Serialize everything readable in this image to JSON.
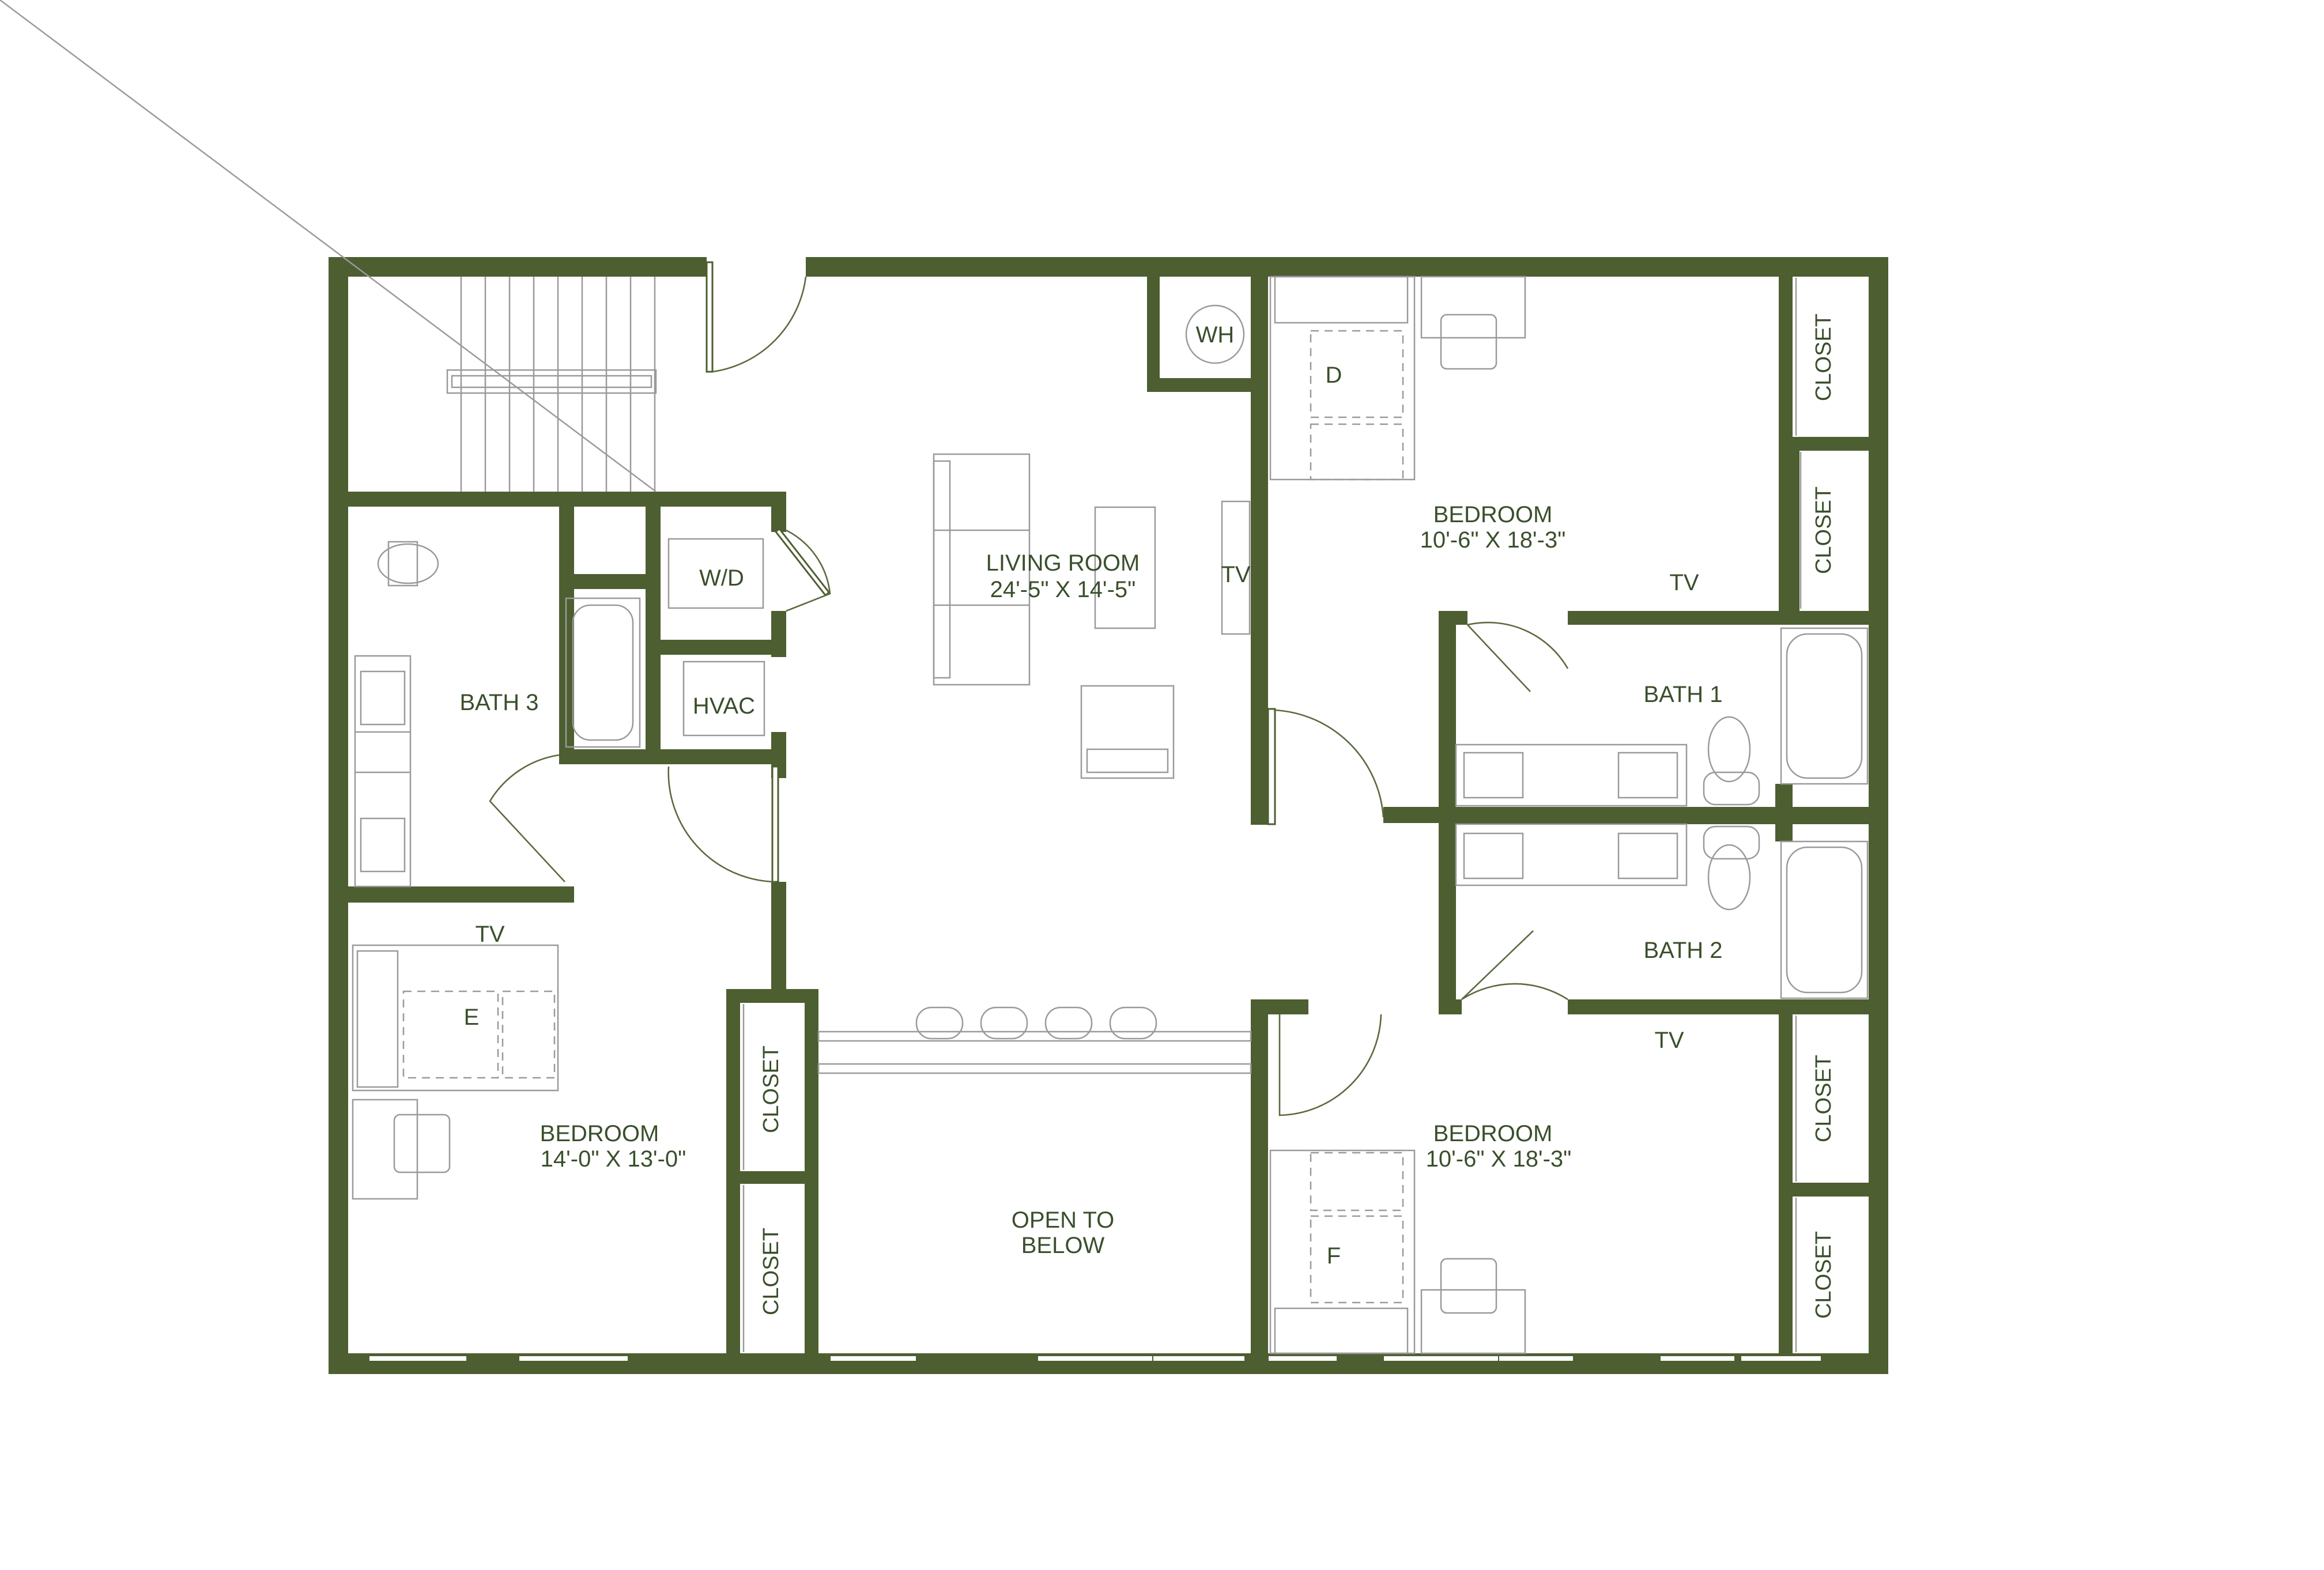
{
  "colors": {
    "wall": "#4d5e31",
    "text": "#3a4f2c",
    "fixture": "#9a9a9a",
    "background": "#ffffff"
  },
  "rooms": {
    "living_room": {
      "name": "LIVING ROOM",
      "dims": "24'-5\" X  14'-5\""
    },
    "bedroom_d": {
      "name": "BEDROOM",
      "dims": "10'-6\" X  18'-3\"",
      "tag": "D",
      "tv": "TV"
    },
    "bedroom_e": {
      "name": "BEDROOM",
      "dims": "14'-0\" X 13'-0\"",
      "tag": "E",
      "tv": "TV"
    },
    "bedroom_f": {
      "name": "BEDROOM",
      "dims": "10'-6\" X  18'-3\"",
      "tag": "F",
      "tv": "TV"
    },
    "bath_1": {
      "name": "BATH 1"
    },
    "bath_2": {
      "name": "BATH 2"
    },
    "bath_3": {
      "name": "BATH 3"
    },
    "open_to_below": {
      "line1": "OPEN TO",
      "line2": "BELOW"
    }
  },
  "labels": {
    "wd": "W/D",
    "hvac": "HVAC",
    "wh": "WH",
    "living_tv": "TV",
    "closet": "CLOSET"
  }
}
